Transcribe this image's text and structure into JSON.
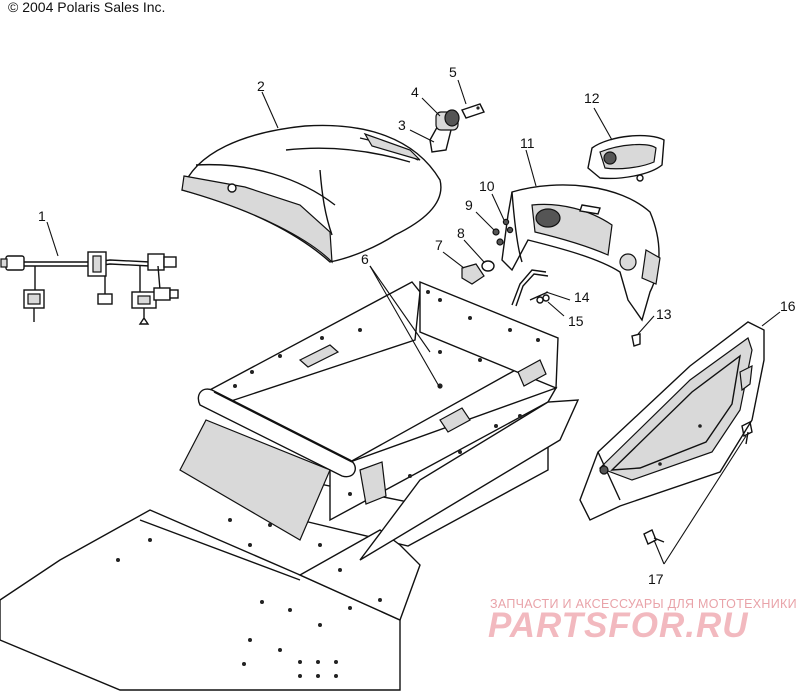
{
  "copyright": "© 2004 Polaris Sales Inc.",
  "callouts": [
    "1",
    "2",
    "3",
    "4",
    "5",
    "6",
    "7",
    "8",
    "9",
    "10",
    "11",
    "12",
    "13",
    "14",
    "15",
    "16",
    "17"
  ],
  "watermark": {
    "subtitle": "ЗАПЧАСТИ И АКСЕССУАРЫ ДЛЯ МОТОТЕХНИКИ",
    "brand": "PARTSFOR.RU"
  },
  "colors": {
    "line": "#111111",
    "watermark": "#f2b9bf"
  }
}
